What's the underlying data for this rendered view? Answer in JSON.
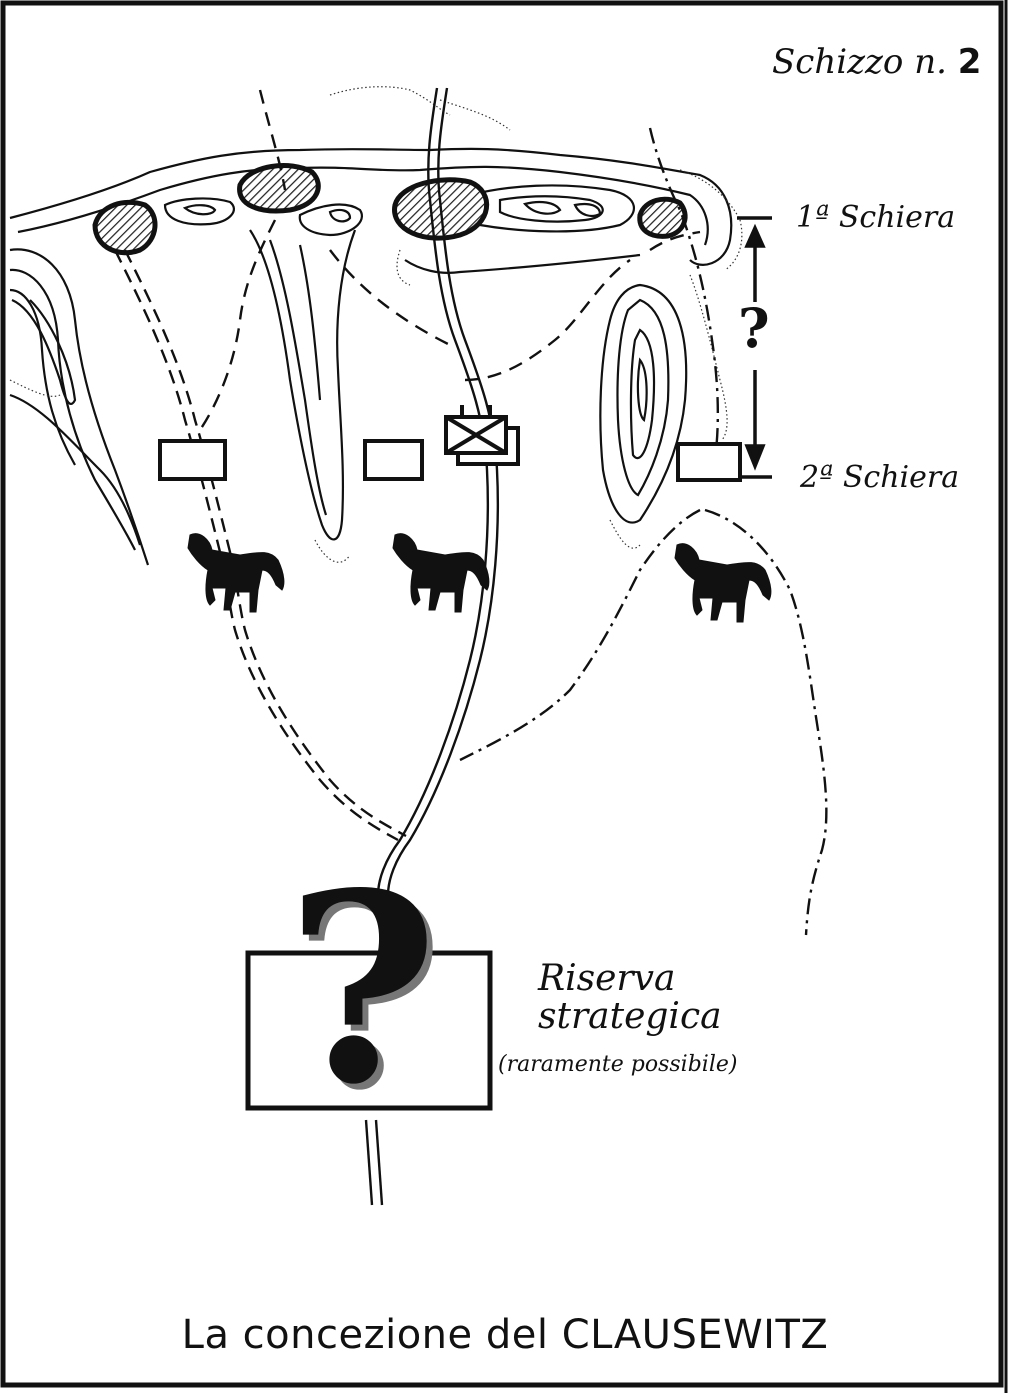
{
  "sketch": {
    "number_label": "Schizzo n.",
    "number_value": "2"
  },
  "lines": {
    "first_line": "1ª Schiera",
    "second_line": "2ª Schiera",
    "interval_mark": "?"
  },
  "reserve": {
    "title_line1": "Riserva",
    "title_line2": "strategica",
    "note": "(raramente possibile)",
    "mark": "?"
  },
  "caption": "La concezione del CLAUSEWITZ",
  "icons": [
    "mountain-contour-icon",
    "fortified-hill-icon",
    "unit-box-icon",
    "command-post-icon",
    "cavalry-horse-icon",
    "road-icon",
    "track-icon",
    "question-mark-icon"
  ],
  "colors": {
    "ink": "#111111",
    "paper": "#ffffff",
    "hatch": "#333333"
  }
}
